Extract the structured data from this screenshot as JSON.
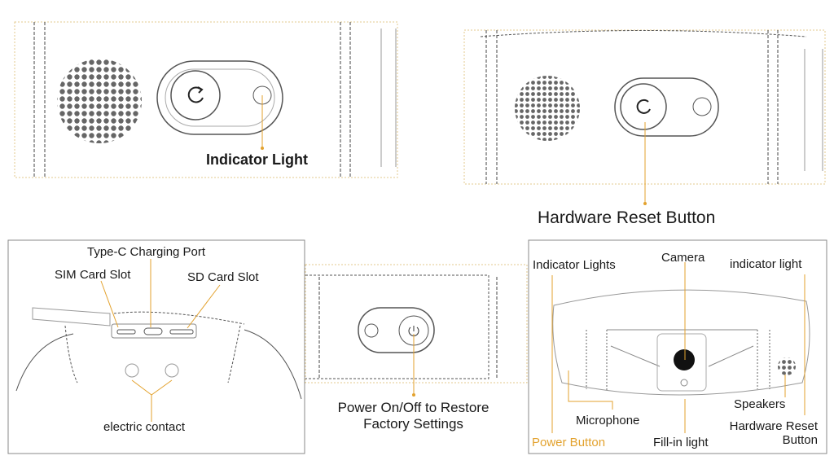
{
  "colors": {
    "accent": "#e3a22e",
    "line": "#333333",
    "frame": "#888888"
  },
  "panel_top_left": {
    "indicator_light": "Indicator Light"
  },
  "panel_top_right": {
    "hardware_reset": "Hardware Reset Button"
  },
  "panel_ports": {
    "type_c": "Type-C Charging Port",
    "sim": "SIM Card Slot",
    "sd": "SD Card Slot",
    "contact": "electric contact"
  },
  "panel_power": {
    "line1": "Power On/Off to Restore",
    "line2": "Factory Settings"
  },
  "panel_front": {
    "indicator_lights": "Indicator Lights",
    "camera": "Camera",
    "indicator_light": "indicator light",
    "speakers": "Speakers",
    "microphone": "Microphone",
    "reset_line1": "Hardware Reset",
    "reset_line2": "Button",
    "power_button": "Power Button",
    "fill_light": "Fill-in light"
  }
}
